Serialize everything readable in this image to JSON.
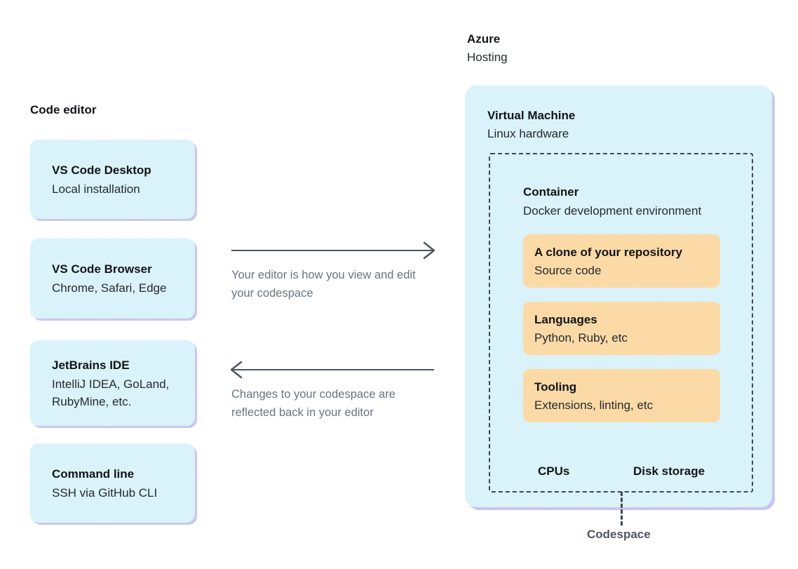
{
  "colors": {
    "card_bg": "#d9f2f9",
    "card_shadow": "#c9c7ef",
    "orange_bg": "#fbd9a4",
    "dashed_border": "#3f4750",
    "arrow": "#4b5563",
    "caption_text": "#6a737d",
    "codespace_label_text": "#4f5660"
  },
  "left_column": {
    "heading": "Code editor",
    "cards": [
      {
        "title": "VS Code Desktop",
        "subtitle": "Local installation"
      },
      {
        "title": "VS Code Browser",
        "subtitle": "Chrome, Safari, Edge"
      },
      {
        "title": "JetBrains IDE",
        "subtitle": "IntelliJ IDEA, GoLand, RubyMine, etc."
      },
      {
        "title": "Command line",
        "subtitle": "SSH via GitHub CLI"
      }
    ]
  },
  "flow": {
    "to_codespace_caption": "Your editor is how you view and edit your codespace",
    "from_codespace_caption": "Changes to your codespace are reflected back in your editor"
  },
  "hosting": {
    "provider": "Azure",
    "provider_subtitle": "Hosting",
    "vm_title": "Virtual Machine",
    "vm_subtitle": "Linux hardware",
    "container_title": "Container",
    "container_subtitle": "Docker development environment",
    "container_items": [
      {
        "title": "A clone of your repository",
        "subtitle": "Source code"
      },
      {
        "title": "Languages",
        "subtitle": "Python, Ruby, etc"
      },
      {
        "title": "Tooling",
        "subtitle": "Extensions, linting, etc"
      }
    ],
    "resources": [
      "CPUs",
      "Disk storage"
    ],
    "codespace_label": "Codespace"
  }
}
